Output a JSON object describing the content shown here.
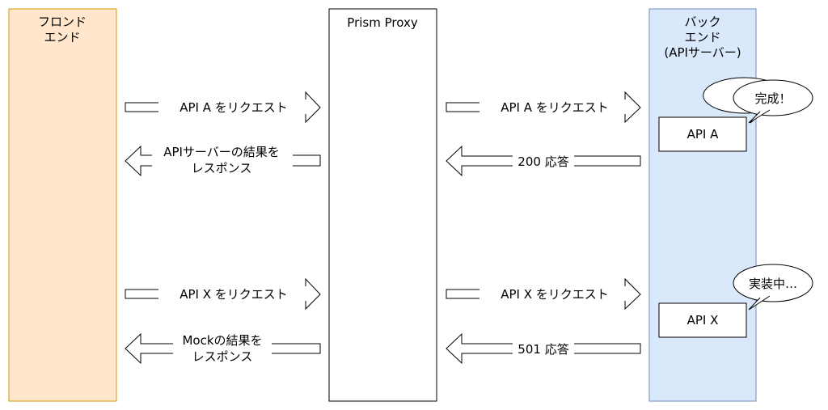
{
  "columns": {
    "frontend": {
      "lines": [
        "フロンド",
        "エンド"
      ],
      "fill": "#ffe6cc",
      "stroke": "#d79b00"
    },
    "proxy": {
      "lines": [
        "Prism Proxy"
      ],
      "fill": "#ffffff",
      "stroke": "#000000"
    },
    "backend": {
      "lines": [
        "バック",
        "エンド",
        "(APIサーバー)"
      ],
      "fill": "#dae8fc",
      "stroke": "#6c8ebf"
    }
  },
  "arrows": {
    "a_fe_to_proxy": {
      "lines": [
        "API A をリクエスト"
      ]
    },
    "a_proxy_to_fe": {
      "lines": [
        "APIサーバーの結果を",
        "レスポンス"
      ]
    },
    "a_proxy_to_be": {
      "lines": [
        "API A をリクエスト"
      ]
    },
    "a_be_to_proxy": {
      "lines": [
        "200 応答"
      ]
    },
    "x_fe_to_proxy": {
      "lines": [
        "API X をリクエスト"
      ]
    },
    "x_proxy_to_fe": {
      "lines": [
        "Mockの結果を",
        "レスポンス"
      ]
    },
    "x_proxy_to_be": {
      "lines": [
        "API X をリクエスト"
      ]
    },
    "x_be_to_proxy": {
      "lines": [
        "501 応答"
      ]
    }
  },
  "endpoints": {
    "api_a": {
      "label": "API A"
    },
    "api_x": {
      "label": "API X"
    }
  },
  "callouts": {
    "done": {
      "label": "完成！"
    },
    "wip": {
      "label": "実装中…"
    }
  }
}
